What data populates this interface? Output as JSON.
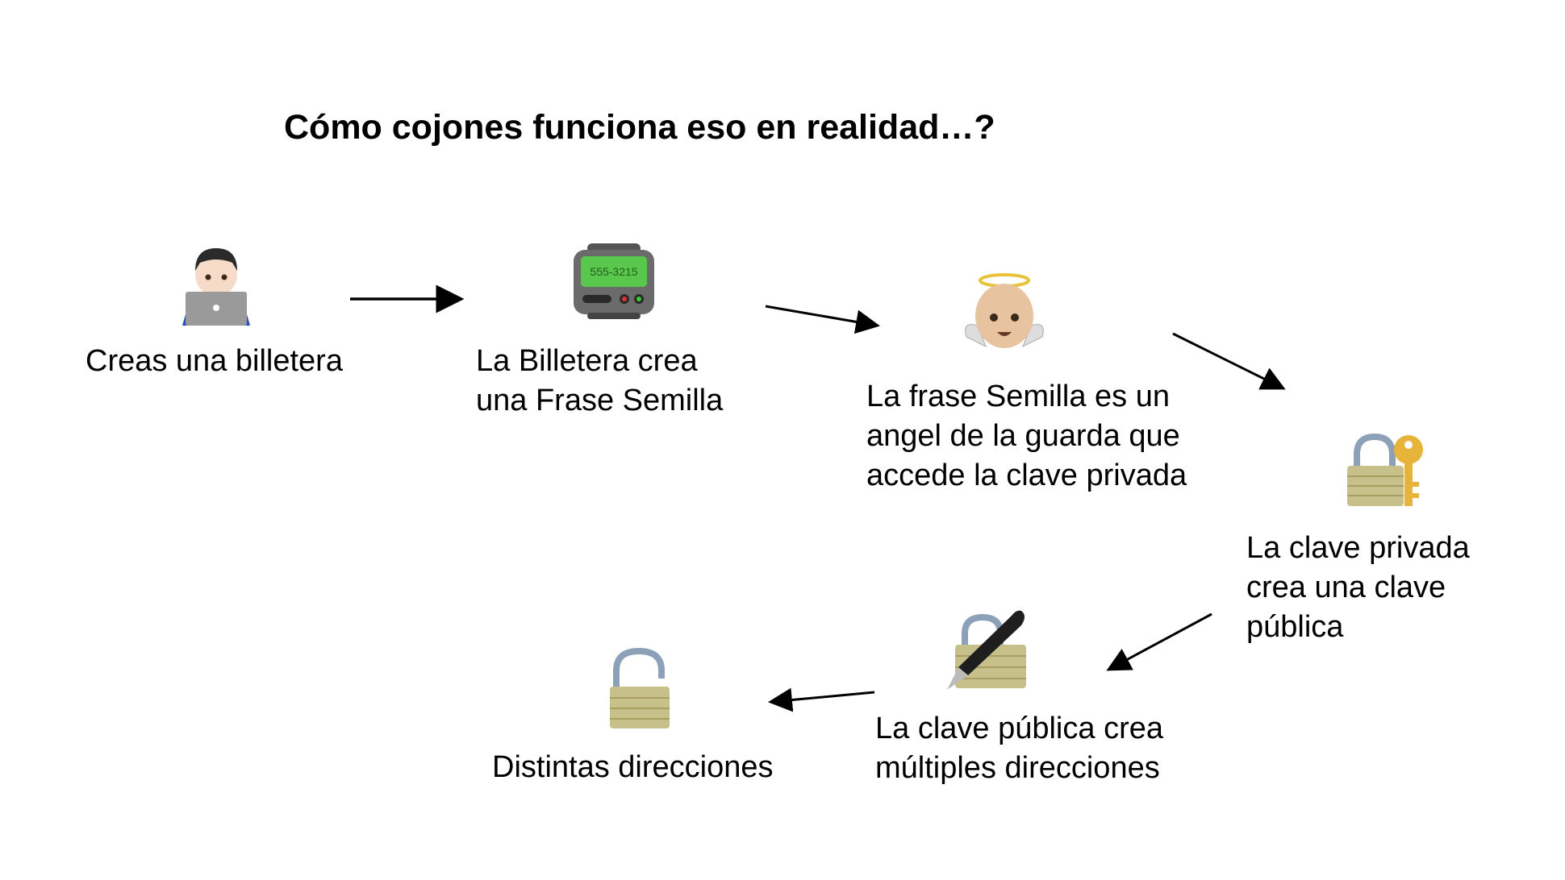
{
  "title": "Cómo cojones funciona eso en realidad…?",
  "steps": [
    {
      "icon": "person-with-laptop-icon",
      "label": "Creas una billetera"
    },
    {
      "icon": "pager-icon",
      "label": "La Billetera crea\nuna Frase Semilla",
      "pager_display": "555-3215"
    },
    {
      "icon": "angel-icon",
      "label": "La frase Semilla es un\nangel de la guarda que\naccede la clave privada"
    },
    {
      "icon": "lock-with-key-icon",
      "label": "La clave privada\ncrea una clave\npública"
    },
    {
      "icon": "lock-with-pen-icon",
      "label": "La clave pública crea\nmúltiples direcciones"
    },
    {
      "icon": "open-lock-icon",
      "label": "Distintas direcciones"
    }
  ]
}
